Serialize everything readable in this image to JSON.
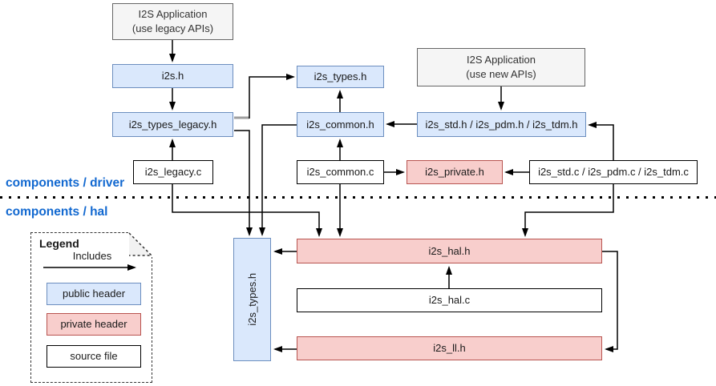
{
  "diagram": {
    "section_labels": {
      "driver": "components / driver",
      "hal": "components / hal"
    },
    "nodes": {
      "app_legacy": {
        "line1": "I2S Application",
        "line2": "(use legacy APIs)",
        "type": "application"
      },
      "i2s_h": {
        "label": "i2s.h",
        "type": "public header"
      },
      "i2s_types_legacy_h": {
        "label": "i2s_types_legacy.h",
        "type": "public header"
      },
      "i2s_legacy_c": {
        "label": "i2s_legacy.c",
        "type": "source file"
      },
      "i2s_types_h": {
        "label": "i2s_types.h",
        "type": "public header"
      },
      "i2s_common_h": {
        "label": "i2s_common.h",
        "type": "public header"
      },
      "i2s_common_c": {
        "label": "i2s_common.c",
        "type": "source file"
      },
      "i2s_private_h": {
        "label": "i2s_private.h",
        "type": "private header"
      },
      "app_new": {
        "line1": "I2S Application",
        "line2": "(use new APIs)",
        "type": "application"
      },
      "i2s_std_pdm_tdm_h": {
        "label": "i2s_std.h / i2s_pdm.h / i2s_tdm.h",
        "type": "public header"
      },
      "i2s_std_pdm_tdm_c": {
        "label": "i2s_std.c / i2s_pdm.c / i2s_tdm.c",
        "type": "source file"
      },
      "i2s_types_h_hal": {
        "label": "i2s_types.h",
        "type": "public header"
      },
      "i2s_hal_h": {
        "label": "i2s_hal.h",
        "type": "private header"
      },
      "i2s_hal_c": {
        "label": "i2s_hal.c",
        "type": "source file"
      },
      "i2s_ll_h": {
        "label": "i2s_ll.h",
        "type": "private header"
      }
    },
    "edges": [
      {
        "from": "I2S Application (use legacy APIs)",
        "to": "i2s.h"
      },
      {
        "from": "i2s.h",
        "to": "i2s_types_legacy.h"
      },
      {
        "from": "i2s_legacy.c",
        "to": "i2s_types_legacy.h"
      },
      {
        "from": "i2s_types_legacy.h",
        "to": "i2s_types.h (driver)"
      },
      {
        "from": "i2s_types_legacy.h",
        "to": "i2s_types.h (hal)"
      },
      {
        "from": "i2s_common.h",
        "to": "i2s_types.h (hal)"
      },
      {
        "from": "i2s_common.h",
        "to": "i2s_types.h (driver)"
      },
      {
        "from": "i2s_common.c",
        "to": "i2s_common.h"
      },
      {
        "from": "i2s_common.c",
        "to": "i2s_private.h"
      },
      {
        "from": "i2s_std.c / i2s_pdm.c / i2s_tdm.c",
        "to": "i2s_private.h"
      },
      {
        "from": "i2s_std.h / i2s_pdm.h / i2s_tdm.h",
        "to": "i2s_common.h"
      },
      {
        "from": "I2S Application (use new APIs)",
        "to": "i2s_std.h / i2s_pdm.h / i2s_tdm.h"
      },
      {
        "from": "i2s_std.c / i2s_pdm.c / i2s_tdm.c",
        "to": "i2s_std.h / i2s_pdm.h / i2s_tdm.h"
      },
      {
        "from": "i2s_std.c / i2s_pdm.c / i2s_tdm.c",
        "to": "i2s_hal.h"
      },
      {
        "from": "i2s_legacy.c",
        "to": "i2s_hal.h"
      },
      {
        "from": "i2s_common.c",
        "to": "i2s_hal.h"
      },
      {
        "from": "i2s_hal.h",
        "to": "i2s_types.h (hal)"
      },
      {
        "from": "i2s_ll.h",
        "to": "i2s_types.h (hal)"
      },
      {
        "from": "i2s_hal.c",
        "to": "i2s_hal.h"
      },
      {
        "from": "i2s_hal.h",
        "to": "i2s_ll.h"
      }
    ],
    "legend": {
      "title": "Legend",
      "arrow_label": "Includes",
      "items": [
        {
          "label": "public header",
          "type": "public"
        },
        {
          "label": "private header",
          "type": "private"
        },
        {
          "label": "source file",
          "type": "source"
        }
      ]
    },
    "colors": {
      "public_fill": "#dae8fc",
      "public_stroke": "#6c8ebf",
      "private_fill": "#f8cecc",
      "private_stroke": "#b85450",
      "app_fill": "#f5f5f5",
      "app_stroke": "#666666",
      "source_fill": "#ffffff",
      "source_stroke": "#000000",
      "section_label": "#1168d0",
      "wire": "#000000",
      "wire_gray_stub": "#9e9e9e"
    }
  }
}
